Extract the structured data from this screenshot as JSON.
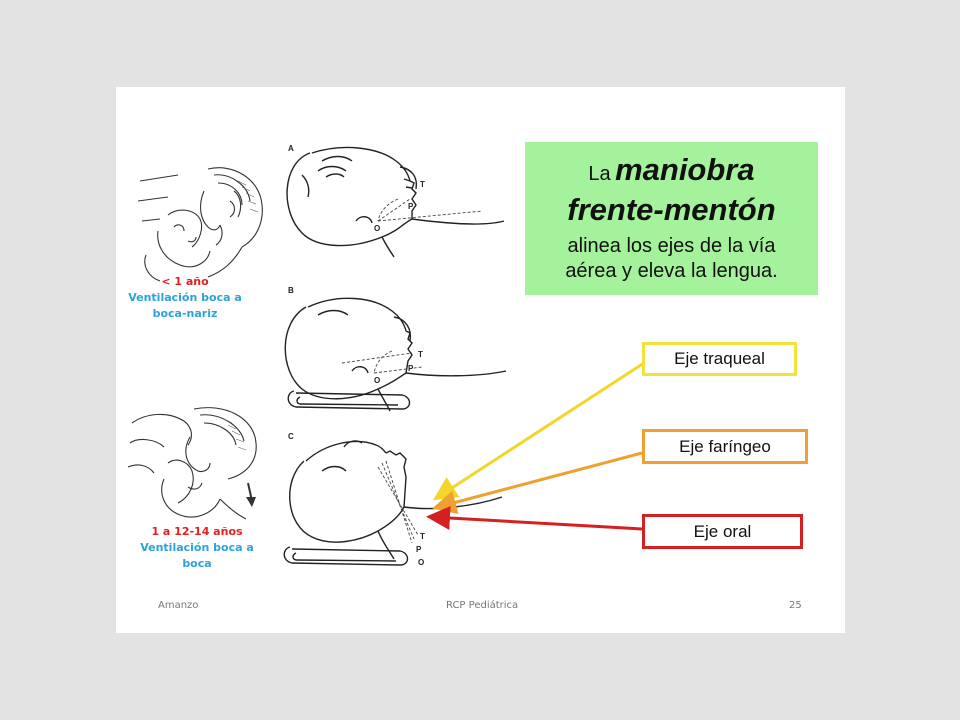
{
  "callout": {
    "prefix": "La",
    "word1": "maniobra",
    "word2": "frente-mentón",
    "line3": "alinea los ejes de la vía",
    "line4": "aérea y eleva la lengua."
  },
  "infant": {
    "age": "< 1 año",
    "line1": "Ventilación boca a",
    "line2": "boca-nariz"
  },
  "child": {
    "age": "1 a 12-14  años",
    "line1": "Ventilación boca a",
    "line2": "boca"
  },
  "diagram": {
    "panel_a": "A",
    "panel_b": "B",
    "panel_c": "C",
    "letter_t": "T",
    "letter_p": "P",
    "letter_o": "O"
  },
  "axes": [
    {
      "label": "Eje traqueal",
      "color": "#f2e33a"
    },
    {
      "label": "Eje faríngeo",
      "color": "#f0a030"
    },
    {
      "label": "Eje oral",
      "color": "#d42020"
    }
  ],
  "footer": {
    "author": "Amanzo",
    "title": "RCP Pediátrica",
    "page": "25"
  }
}
